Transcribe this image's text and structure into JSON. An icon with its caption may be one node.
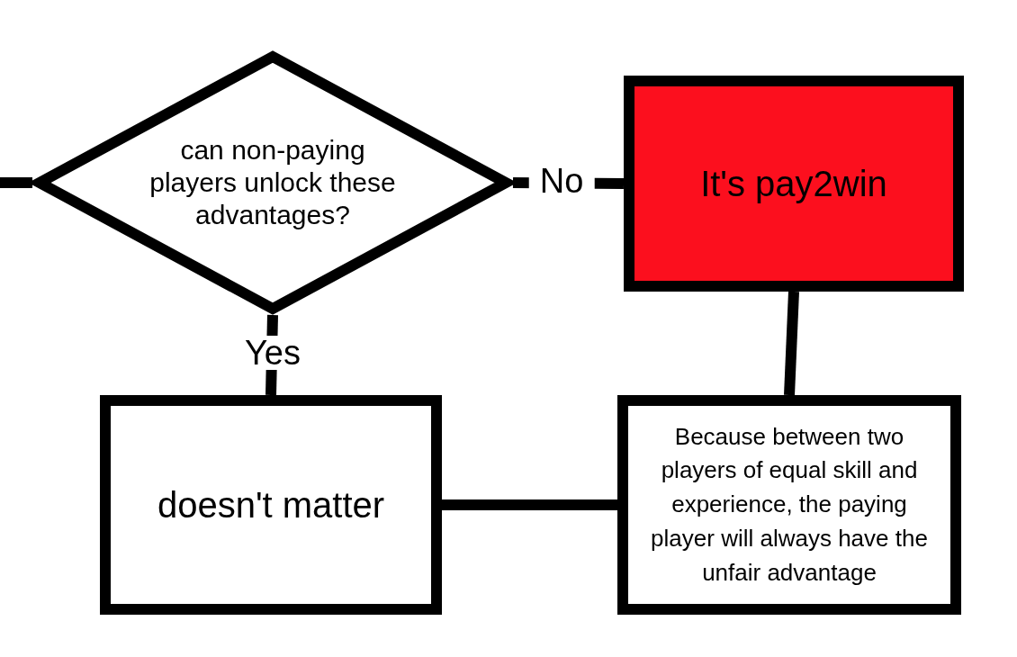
{
  "diagram": {
    "nodes": [
      {
        "text": [
          "can non-paying players unlock these advantages?"
        ]
      },
      {
        "text": [
          "It's pay2win"
        ]
      },
      {
        "text": [
          "doesn't matter"
        ]
      },
      {
        "text": [
          "Because between two players of equal skill and experience, the paying player will always have the unfair advantage"
        ]
      }
    ],
    "edges": [
      {
        "from": null,
        "to": 0,
        "arrow": "none"
      },
      {
        "from": 0,
        "to": 1,
        "arrow": "none",
        "label": "No"
      },
      {
        "from": 0,
        "to": 2,
        "arrow": "none",
        "label": "Yes"
      },
      {
        "from": 1,
        "to": 3,
        "arrow": "none"
      },
      {
        "from": 2,
        "to": 3,
        "arrow": "none"
      }
    ]
  }
}
